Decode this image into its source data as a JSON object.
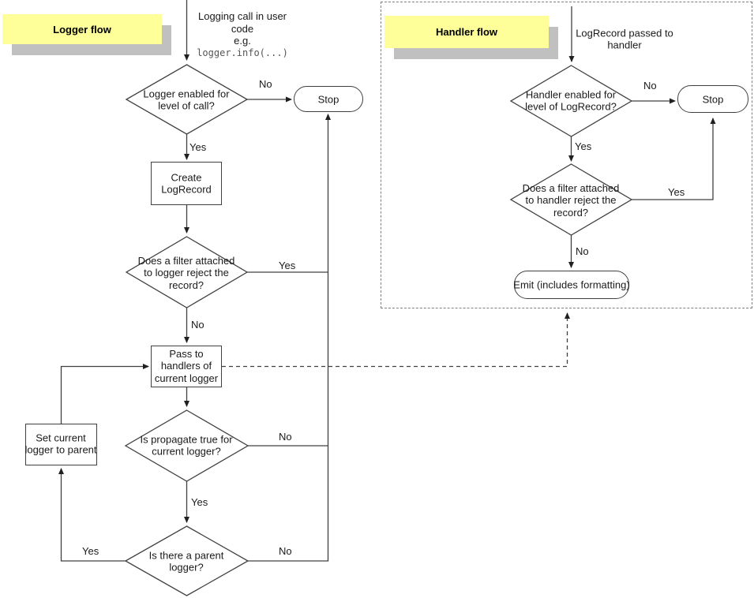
{
  "common": {
    "yes": "Yes",
    "no": "No"
  },
  "colors": {
    "note_background": "#ffff99",
    "note_shadow": "#c0c0c0",
    "line": "#404040",
    "code_text": "#555555",
    "shape_fill": "#ffffff"
  },
  "logger_flow": {
    "title": "Logger flow",
    "start_text": "Logging call in user\ncode\ne.g.",
    "start_code": "logger.info(...)",
    "decision_enabled": "Logger enabled for\nlevel of call?",
    "stop": "Stop",
    "create_record": "Create\nLogRecord",
    "decision_filter": "Does a filter attached\nto logger reject the\nrecord?",
    "pass_handlers": "Pass to\nhandlers of\ncurrent logger",
    "decision_propagate": "Is propagate true for\ncurrent logger?",
    "decision_parent": "Is there a parent\nlogger?",
    "set_parent": "Set current\nlogger to parent"
  },
  "handler_flow": {
    "title": "Handler flow",
    "start_text": "LogRecord passed to\nhandler",
    "decision_enabled": "Handler enabled for\nlevel of LogRecord?",
    "stop": "Stop",
    "decision_filter": "Does a filter attached\nto handler reject the\nrecord?",
    "emit": "Emit (includes formatting)"
  }
}
